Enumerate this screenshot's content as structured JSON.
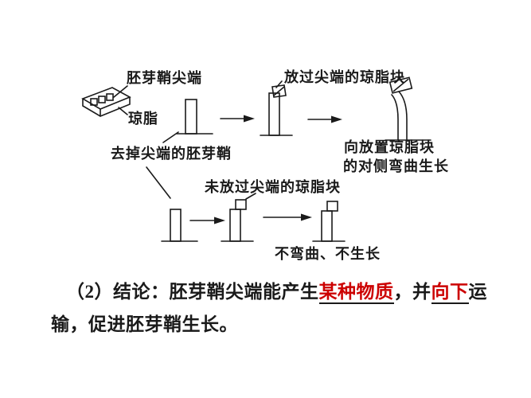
{
  "colors": {
    "background": "#ffffff",
    "ink": "#1a1a1a",
    "accent_red": "#cc0000"
  },
  "diagram": {
    "labels": {
      "coleoptile_tip": "胚芽鞘尖端",
      "agar": "琼脂",
      "agar_block_with_tip": "放过尖端的琼脂块",
      "decapitated_coleoptile": "去掉尖端的胚芽鞘",
      "bend_result_line1": "向放置琼脂块",
      "bend_result_line2": "的对侧弯曲生长",
      "agar_block_without_tip": "未放过尖端的琼脂块",
      "no_bend_result": "不弯曲、不生长"
    }
  },
  "conclusion": {
    "prefix": "（2）结论：胚芽鞘尖端能产生",
    "highlight_substance": "某种物质",
    "middle": "，并",
    "highlight_direction": "向下",
    "line1_tail": "运",
    "line2": "输，促进胚芽鞘生长。"
  }
}
